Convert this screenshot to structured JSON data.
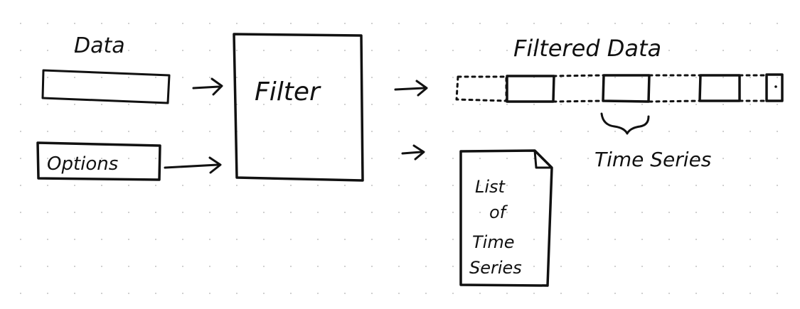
{
  "labels": {
    "data": "Data",
    "options": "Options",
    "filter": "Filter",
    "filtered_data": "Filtered Data",
    "time_series": "Time Series",
    "list_line1": "List",
    "list_line2": "of",
    "list_line3": "Time",
    "list_line4": "Series"
  },
  "colors": {
    "ink": "#111111",
    "paper": "#ffffff",
    "dots": "#c9c9c9"
  }
}
